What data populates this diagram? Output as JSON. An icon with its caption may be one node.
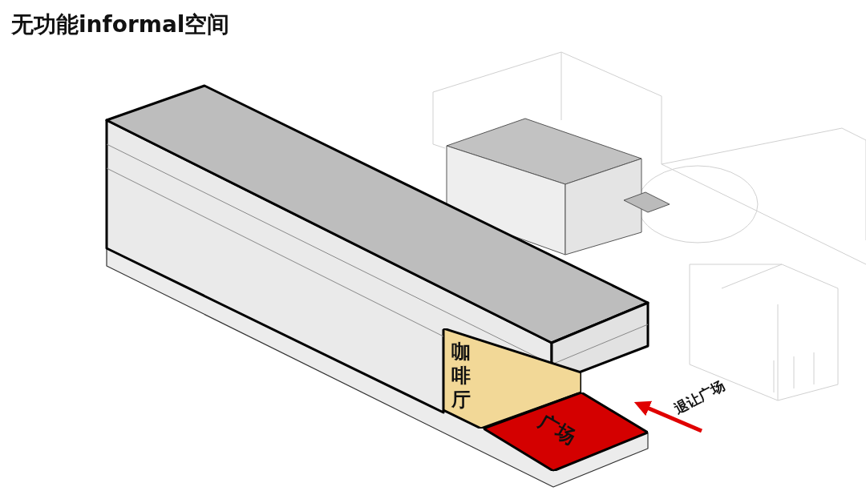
{
  "diagram": {
    "title": "无功能informal空间",
    "nodes": [
      {
        "text": [
          "咖啡厅"
        ]
      },
      {
        "text": [
          "广场"
        ]
      }
    ],
    "labels": [
      "退让广场"
    ]
  }
}
